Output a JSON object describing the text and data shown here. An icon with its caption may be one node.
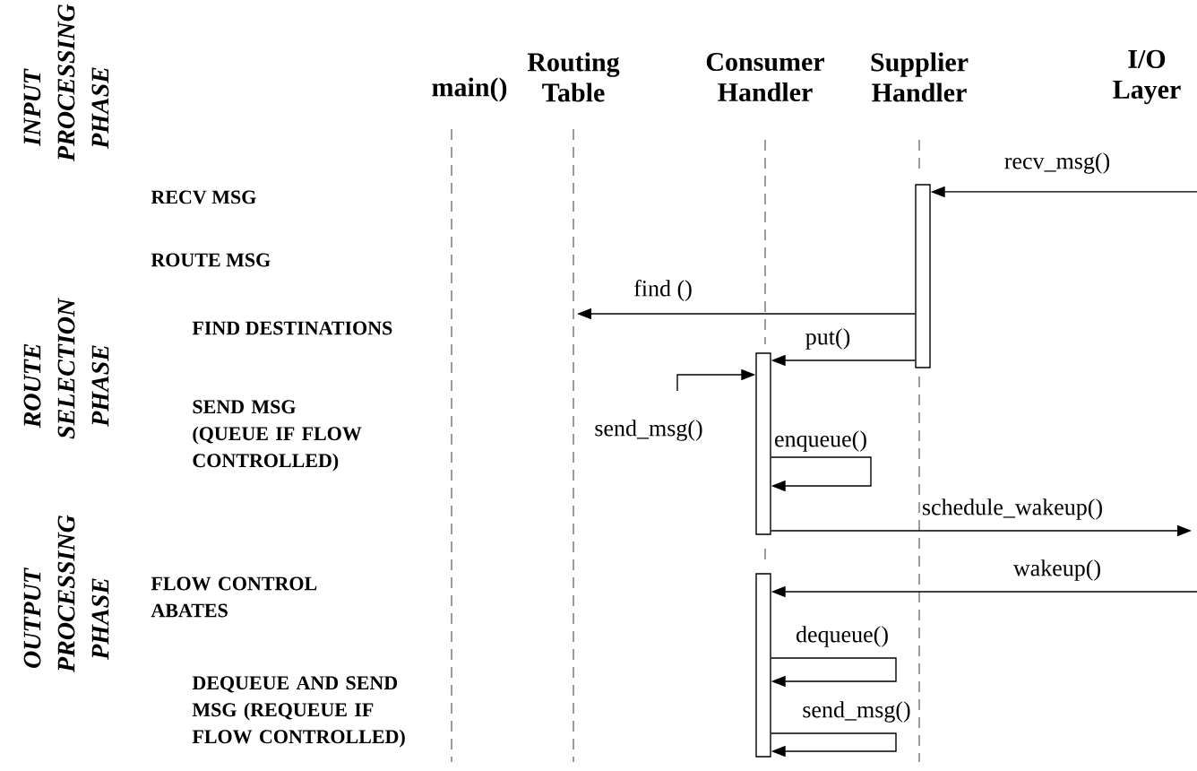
{
  "diagram": {
    "nodes": [
      {
        "text": [
          "main()"
        ]
      },
      {
        "text": [
          "Routing Table"
        ]
      },
      {
        "text": [
          "Consumer Handler"
        ]
      },
      {
        "text": [
          "Supplier Handler"
        ]
      },
      {
        "text": [
          "I/O Layer"
        ]
      },
      {
        "text": [],
        "shape": "bar"
      },
      {
        "text": [],
        "shape": "bar"
      },
      {
        "text": [],
        "shape": "bar"
      }
    ],
    "edges": [
      {
        "from": null,
        "to": 5,
        "arrow": "to",
        "label": "recv_msg()"
      },
      {
        "from": 5,
        "to": null,
        "arrow": "to",
        "label": "find ()"
      },
      {
        "from": 5,
        "to": 6,
        "arrow": "to",
        "label": "put()"
      },
      {
        "from": null,
        "to": 6,
        "arrow": "to",
        "label": "send_msg()"
      },
      {
        "from": 6,
        "to": 6,
        "arrow": "to",
        "label": "enqueue()"
      },
      {
        "from": 6,
        "to": null,
        "arrow": "to",
        "label": "schedule_wakeup()"
      },
      {
        "from": null,
        "to": 7,
        "arrow": "to",
        "label": "wakeup()"
      },
      {
        "from": 7,
        "to": 7,
        "arrow": "to",
        "label": "dequeue()"
      },
      {
        "from": 7,
        "to": 7,
        "arrow": "to",
        "label": "send_msg()"
      }
    ],
    "labels": [
      "INPUT PROCESSING PHASE",
      "RECV MSG",
      "ROUTE MSG",
      "ROUTE SELECTION PHASE",
      "FIND DESTINATIONS",
      "SEND MSG (QUEUE IF FLOW CONTROLLED)",
      "OUTPUT PROCESSING PHASE",
      "FLOW CONTROL ABATES",
      "DEQUEUE AND SEND MSG (REQUEUE IF FLOW CONTROLLED)"
    ]
  }
}
